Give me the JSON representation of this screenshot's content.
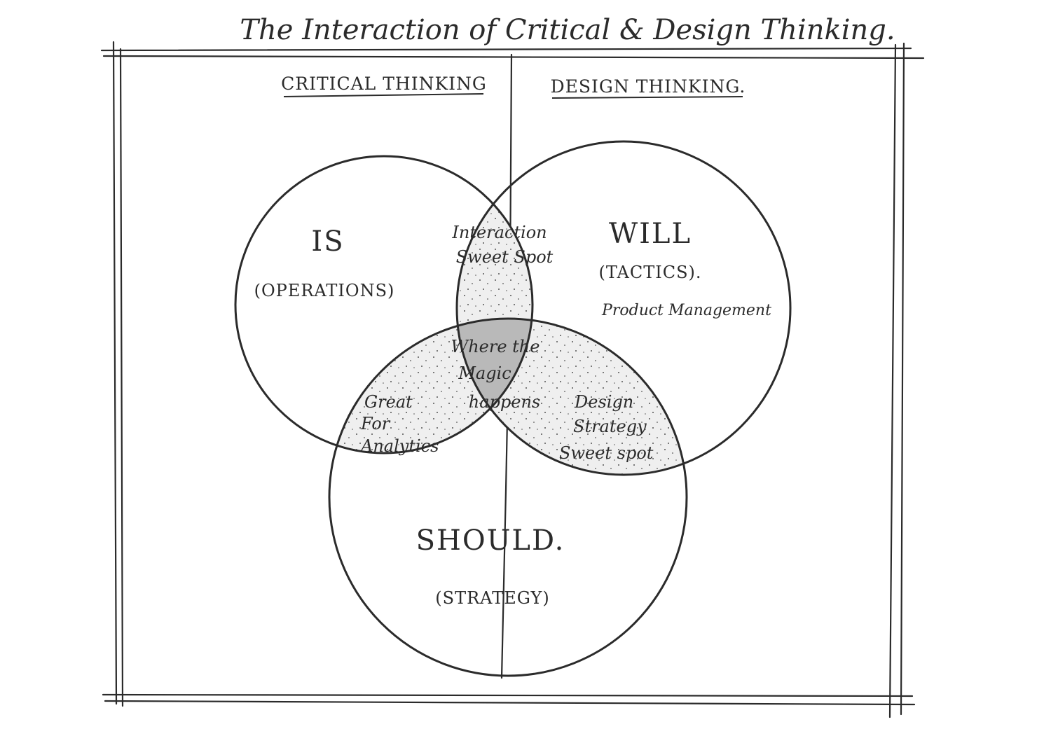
{
  "title": "The Interaction of Critical & Design Thinking.",
  "headings": {
    "left": "CRITICAL THINKING",
    "right": "DESIGN THINKING."
  },
  "circles": {
    "is": {
      "label": "IS",
      "sublabel": "(OPERATIONS)"
    },
    "will": {
      "label": "WILL",
      "sublabel": "(TACTICS).",
      "note": "Product Management"
    },
    "should": {
      "label": "SHOULD.",
      "sublabel": "(STRATEGY)"
    }
  },
  "overlaps": {
    "is_will": [
      "Interaction",
      "Sweet Spot"
    ],
    "is_should": [
      "Great",
      "For",
      "Analytics"
    ],
    "will_should": [
      "Design",
      "Strategy",
      "Sweet spot"
    ],
    "center": [
      "Where the",
      "Magic",
      "happens"
    ]
  },
  "colors": {
    "ink": "#2b2b2b",
    "pair_overlap_fill": "#efefef",
    "center_fill": "#b9b9b9",
    "paper": "#ffffff"
  }
}
